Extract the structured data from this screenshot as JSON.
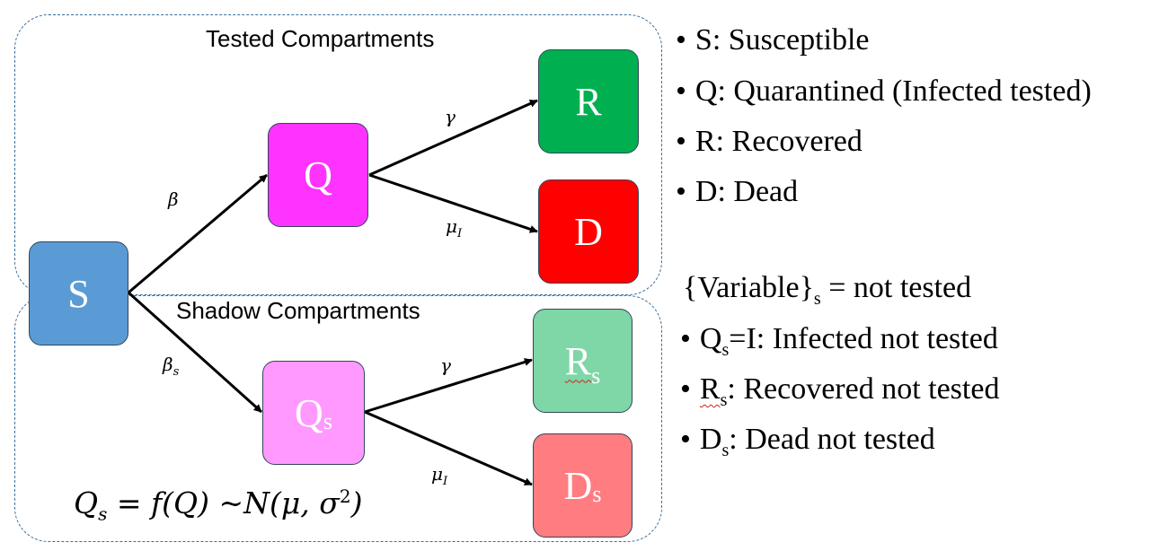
{
  "groups": {
    "tested": {
      "title": "Tested Compartments"
    },
    "shadow": {
      "title": "Shadow Compartments"
    }
  },
  "nodes": {
    "S": {
      "label": "S",
      "color": "#5b9bd5"
    },
    "Q": {
      "label": "Q",
      "color": "#ff33ff"
    },
    "R": {
      "label": "R",
      "color": "#00b050"
    },
    "D": {
      "label": "D",
      "color": "#ff0000"
    },
    "Qs": {
      "label": "Q",
      "sub": "s",
      "color": "#ff99ff"
    },
    "Rs": {
      "label": "R",
      "sub": "s",
      "color": "#7fd6a7"
    },
    "Ds": {
      "label": "D",
      "sub": "s",
      "color": "#ff7c80"
    }
  },
  "rates": {
    "beta": "β",
    "beta_s": {
      "base": "β",
      "sub": "s"
    },
    "gamma_top": "γ",
    "mu_top": {
      "base": "μ",
      "sub": "I"
    },
    "gamma_bottom": "γ",
    "mu_bottom": {
      "base": "μ",
      "sub": "I"
    }
  },
  "formula": {
    "lhs": "Q",
    "lhs_sub": "s",
    "middle": " = f(Q) ~N(μ, σ",
    "power": "2",
    "close": ")"
  },
  "legend": {
    "S": "S: Susceptible",
    "Q": "Q: Quarantined (Infected tested)",
    "R": "R: Recovered",
    "D": "D: Dead",
    "note": {
      "pre": "{Variable}",
      "sub": "s",
      "post": " = not tested"
    },
    "Qs": {
      "pre": "Q",
      "sub": "s",
      "post": "=I: Infected not tested"
    },
    "Rs": {
      "pre": "R",
      "sub": "s",
      "post": ": Recovered not tested"
    },
    "Ds": {
      "pre": "D",
      "sub": "s",
      "post": ": Dead not tested"
    },
    "bullet": "•"
  },
  "colors": {
    "arrow": "#000000",
    "group_border": "#3a6f9e"
  }
}
